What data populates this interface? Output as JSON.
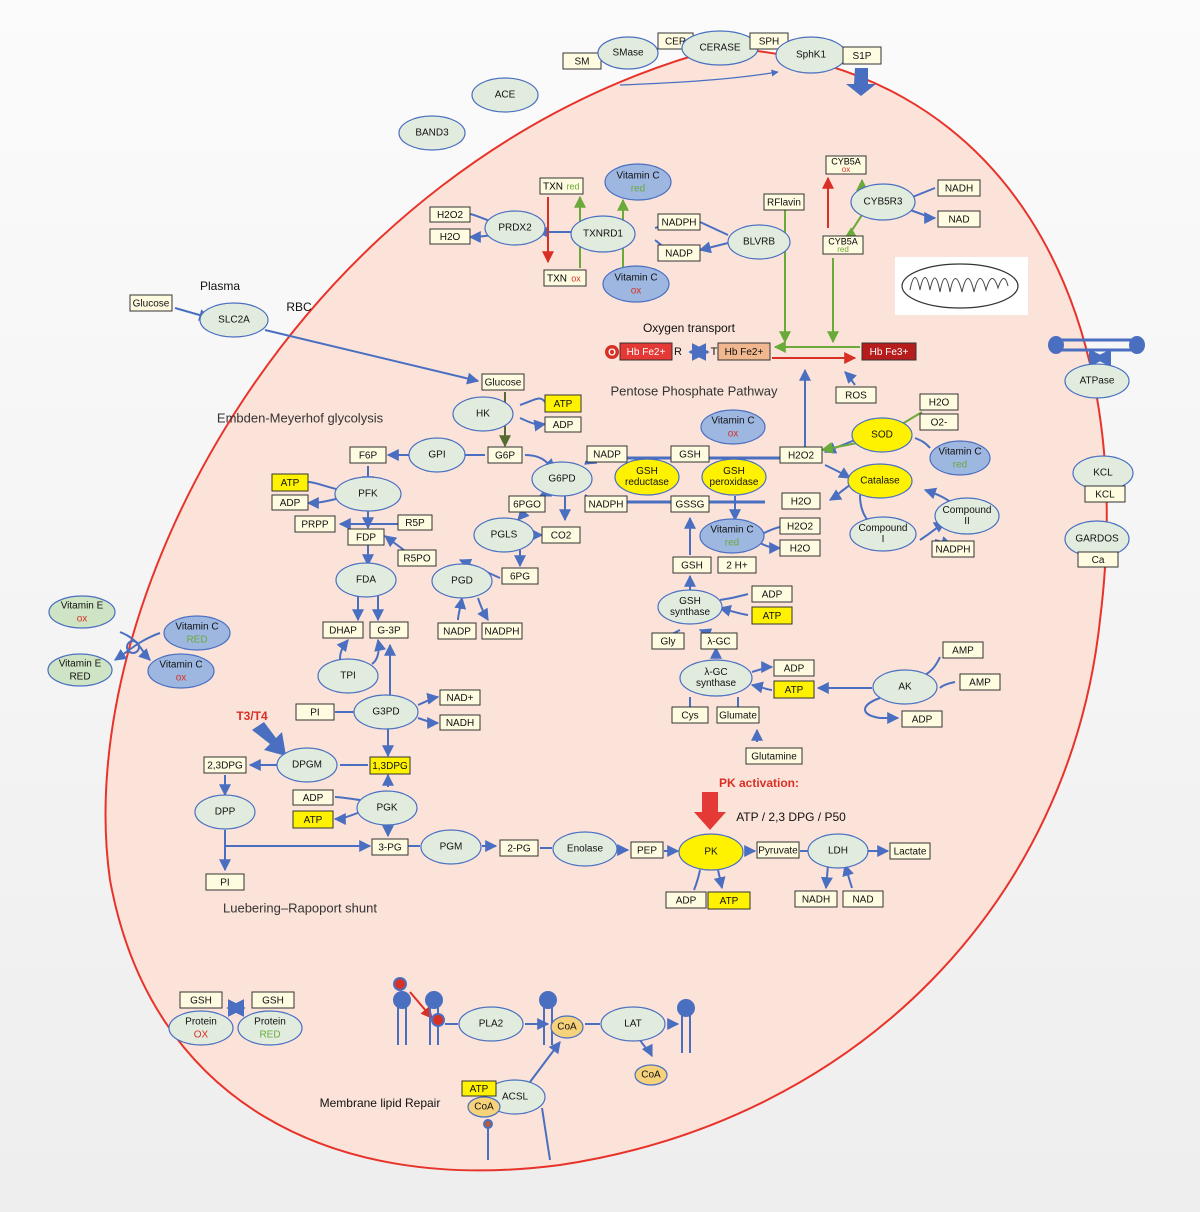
{
  "labels": {
    "plasma": "Plasma",
    "rbc": "RBC",
    "oxygen_transport": "Oxygen transport",
    "pentose": "Pentose Phosphate Pathway",
    "glycolysis": "Embden-Meyerhof glycolysis",
    "shunt": "Luebering–Rapoport shunt",
    "t3t4": "T3/T4",
    "pk_activation": "PK activation:",
    "pk_factors": "ATP / 2,3 DPG  / P50",
    "membrane": "Membrane lipid Repair",
    "o2": "O",
    "r": "R",
    "t": "T"
  },
  "colors": {
    "cell_fill": "#fbe3d9",
    "cell_border": "#e8332a",
    "enzyme": "#e2ecde",
    "vitamin": "#9db7e0",
    "highlight": "#fff200",
    "box": "#fffbe0",
    "arrow": "#4a6fc1",
    "green_arrow": "#6aaa3a",
    "red_arrow": "#d93025",
    "hb_fe2": "#e53935",
    "hb_t": "#f1b890",
    "hb_fe3": "#b71c1c"
  },
  "enzymes": {
    "smase": "SMase",
    "cerase": "CERASE",
    "sphk1": "SphK1",
    "ace": "ACE",
    "band3": "BAND3",
    "slc2a": "SLC2A",
    "prdx2": "PRDX2",
    "txnrd1": "TXNRD1",
    "blvrb": "BLVRB",
    "cyb5r3": "CYB5R3",
    "hk": "HK",
    "gpi": "GPI",
    "pfk": "PFK",
    "fda": "FDA",
    "tpi": "TPI",
    "g3pd": "G3PD",
    "dpgm": "DPGM",
    "dpp": "DPP",
    "pgk": "PGK",
    "pgm": "PGM",
    "enolase": "Enolase",
    "ldh": "LDH",
    "g6pd": "G6PD",
    "pgls": "PGLS",
    "pgd": "PGD",
    "gsh_synthase": "GSH synthase",
    "ggc_synthase": "λ-GC synthase",
    "ak": "AK",
    "atpase": "ATPase",
    "kcl": "KCL",
    "gardos": "GARDOS",
    "compound1": "Compound I",
    "compound2": "Compound II",
    "pla2": "PLA2",
    "lat": "LAT",
    "acsl": "ACSL"
  },
  "highlighted": {
    "gsh_reductase": "GSH reductase",
    "gsh_peroxidase": "GSH peroxidase",
    "sod": "SOD",
    "catalase": "Catalase",
    "pk": "PK"
  },
  "vitamins": {
    "vc_red_top": {
      "name": "Vitamin C",
      "state": "red"
    },
    "vc_ox_top": {
      "name": "Vitamin C",
      "state": "ox"
    },
    "vc_ox_mid": {
      "name": "Vitamin C",
      "state": "ox"
    },
    "vc_red_sod": {
      "name": "Vitamin C",
      "state": "red"
    },
    "vc_red_gsh": {
      "name": "Vitamin C",
      "state": "red"
    },
    "ve_ox": {
      "name": "Vitamin E",
      "state": "ox"
    },
    "vc_red_left": {
      "name": "Vitamin C",
      "state": "RED"
    },
    "ve_red": {
      "name": "Vitamin E",
      "state": "RED"
    },
    "vc_ox_left": {
      "name": "Vitamin C",
      "state": "ox"
    },
    "protein_ox": {
      "name": "Protein",
      "state": "OX"
    },
    "protein_red": {
      "name": "Protein",
      "state": "RED"
    }
  },
  "metabolites": {
    "sm": "SM",
    "cer": "CER",
    "sph": "SPH",
    "s1p": "S1P",
    "glucose_plasma": "Glucose",
    "txn": "TXN",
    "txn_red_tag": "red",
    "txn_ox": "TXN",
    "txn_ox_tag": "ox",
    "h2o2_prdx": "H2O2",
    "h2o_prdx": "H2O",
    "nadph_tx": "NADPH",
    "nadp_tx": "NADP",
    "rflavin": "RFlavin",
    "cyb5a_ox": "CYB5A",
    "cyb5a_ox_tag": "ox",
    "cyb5a_red": "CYB5A",
    "cyb5a_red_tag": "red",
    "nadh_cyb": "NADH",
    "nad_cyb": "NAD",
    "ros": "ROS",
    "hb_fe2": "Hb Fe2+",
    "hb_t": "Hb Fe2+",
    "hb_fe3": "Hb Fe3+",
    "glucose": "Glucose",
    "atp_hk": "ATP",
    "adp_hk": "ADP",
    "g6p": "G6P",
    "f6p": "F6P",
    "atp_pfk": "ATP",
    "adp_pfk": "ADP",
    "prpp": "PRPP",
    "r5p": "R5P",
    "fdp": "FDP",
    "r5po": "R5PO",
    "dhap": "DHAP",
    "g3p": "G-3P",
    "pi_g3pd": "PI",
    "nadp_plus": "NAD+",
    "nadh_g3pd": "NADH",
    "dpg23": "2,3DPG",
    "dpg13": "1,3DPG",
    "pi_dpp": "PI",
    "adp_pgk": "ADP",
    "atp_pgk": "ATP",
    "pg3": "3-PG",
    "pg2": "2-PG",
    "pep": "PEP",
    "pyruvate": "Pyruvate",
    "lactate": "Lactate",
    "adp_pk": "ADP",
    "atp_pk": "ATP",
    "nadh_ldh": "NADH",
    "nad_ldh": "NAD",
    "nadp_g6pd": "NADP",
    "nadph_g6pd": "NADPH",
    "pgo6": "6PGO",
    "co2": "CO2",
    "pg6": "6PG",
    "nadp_pgd": "NADP",
    "nadph_pgd": "NADPH",
    "gsh_top": "GSH",
    "gssg": "GSSG",
    "h2o2_mid": "H2O2",
    "h2o_sod": "H2O",
    "o2minus": "O2-",
    "h2o_cat": "H2O",
    "h2o2_vc": "H2O2",
    "h2o_vc": "H2O",
    "nadph_cat": "NADPH",
    "gsh_syn": "GSH",
    "h2plus": "2 H+",
    "adp_gshs": "ADP",
    "atp_gshs": "ATP",
    "gly": "Gly",
    "lgc": "λ-GC",
    "adp_ggc": "ADP",
    "atp_ggc": "ATP",
    "cys": "Cys",
    "glumate": "Glumate",
    "glutamine": "Glutamine",
    "amp1": "AMP",
    "amp2": "AMP",
    "adp_ak": "ADP",
    "kcl_box": "KCL",
    "ca": "Ca",
    "gsh_a": "GSH",
    "gsh_b": "GSH",
    "coa1": "CoA",
    "coa2": "CoA",
    "coa3": "CoA",
    "atp_acsl": "ATP"
  }
}
